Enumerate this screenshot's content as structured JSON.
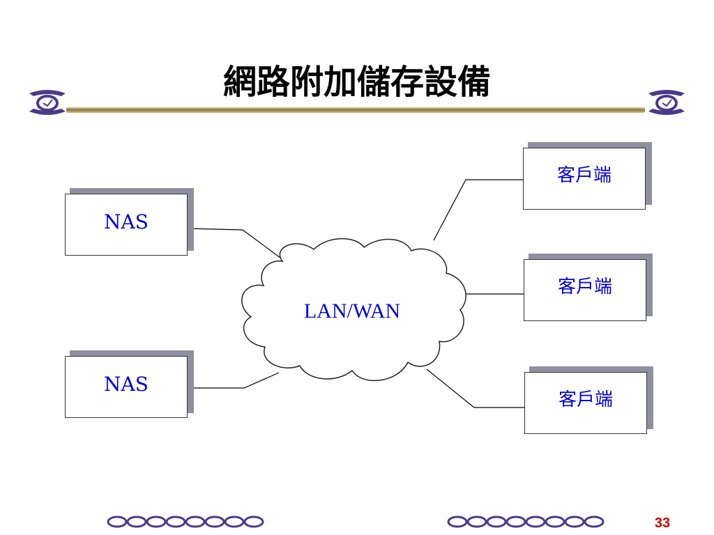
{
  "slide": {
    "title": "網路附加儲存設備",
    "page_number": "33"
  },
  "diagram": {
    "nas_nodes": [
      "NAS",
      "NAS"
    ],
    "cloud_label": "LAN/WAN",
    "client_nodes": [
      "客戶端",
      "客戶端",
      "客戶端"
    ]
  },
  "colors": {
    "label_text": "#0000cc",
    "page_number": "#cc0000",
    "emblem": "#4a3a8a"
  }
}
